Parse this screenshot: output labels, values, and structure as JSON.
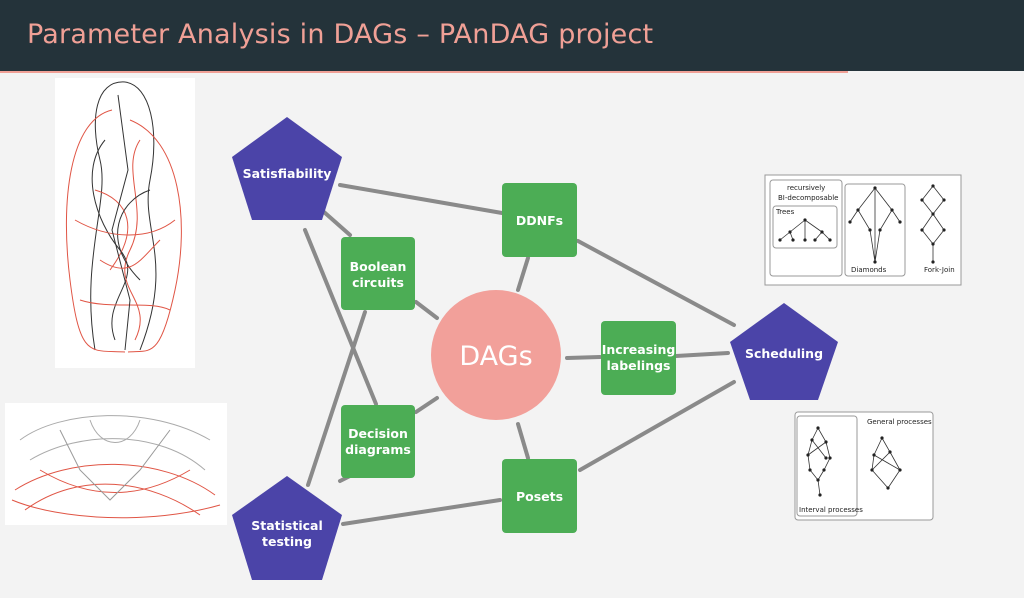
{
  "header": {
    "title": "Parameter Analysis in DAGs – PAnDAG project"
  },
  "center": {
    "label": "DAGs"
  },
  "pentagons": {
    "satisfiability": "Satisfiability",
    "scheduling": "Scheduling",
    "statistical_1": "Statistical",
    "statistical_2": "testing"
  },
  "boxes": {
    "ddnfs": "DDNFs",
    "boolean_1": "Boolean",
    "boolean_2": "circuits",
    "increasing_1": "Increasing",
    "increasing_2": "labelings",
    "decision_1": "Decision",
    "decision_2": "diagrams",
    "posets": "Posets"
  },
  "thumbnail_classes": {
    "recursively": "recursively",
    "bi_decomposable": "BI-decomposable",
    "trees": "Trees",
    "diamonds": "Diamonds",
    "fork_join": "Fork-Join"
  },
  "thumbnail_processes": {
    "general": "General processes",
    "interval": "Interval processes"
  },
  "colors": {
    "header_bg": "#24333a",
    "title": "#f0a096",
    "pentagon": "#4b44a8",
    "box": "#4cad55",
    "center": "#f2a09a",
    "edge": "#8a8a8a"
  }
}
